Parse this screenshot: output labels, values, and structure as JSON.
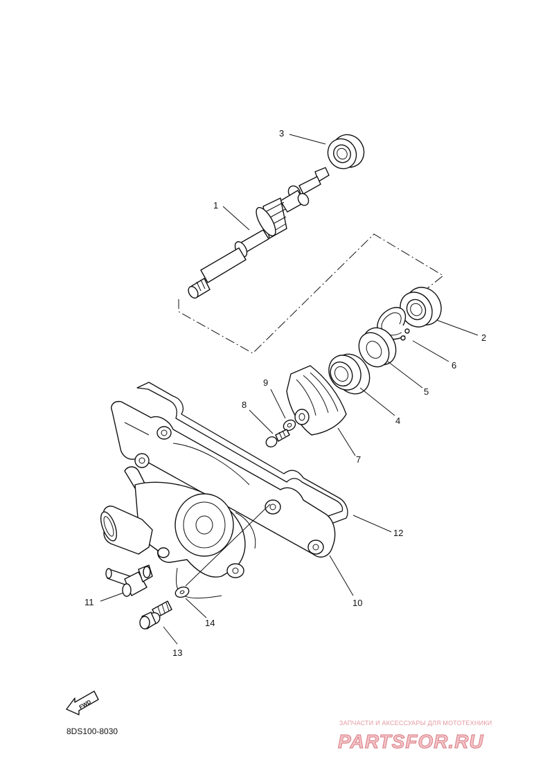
{
  "callouts": {
    "c1": "1",
    "c2": "2",
    "c3": "3",
    "c4": "4",
    "c5": "5",
    "c6": "6",
    "c7": "7",
    "c8": "8",
    "c9": "9",
    "c10": "10",
    "c11": "11",
    "c12": "12",
    "c13": "13",
    "c14": "14"
  },
  "diagram_code": "8DS100-8030",
  "fwd_label": "FWD",
  "watermark": {
    "line1": "ЗАПЧАСТИ И АКСЕССУАРЫ ДЛЯ МОТОТЕХНИКИ",
    "line2": "PARTSFOR.RU"
  }
}
